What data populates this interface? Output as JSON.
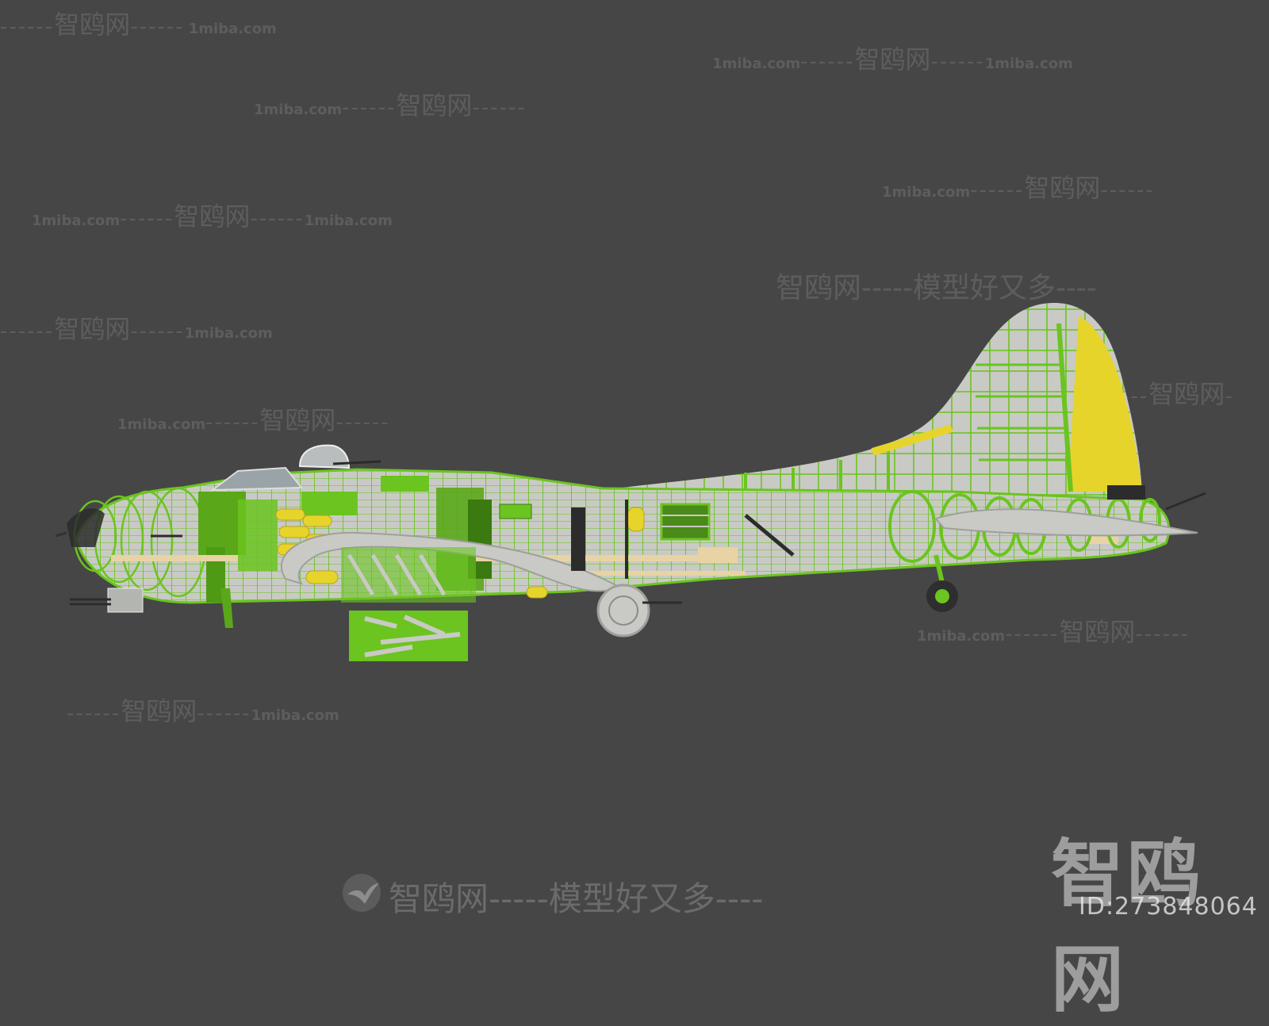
{
  "watermark": {
    "brand_cn": "智鸥网",
    "url": "1miba.com",
    "dashes": "------",
    "slogan": "智鸥网-----模型好又多----",
    "id_text": "ID:273848064"
  },
  "colors": {
    "background": "#464646",
    "frame_green": "#6bc41f",
    "skin_grey": "#c9cac5",
    "accent_yellow": "#e6d42b",
    "wood_tan": "#e8d3a4"
  }
}
